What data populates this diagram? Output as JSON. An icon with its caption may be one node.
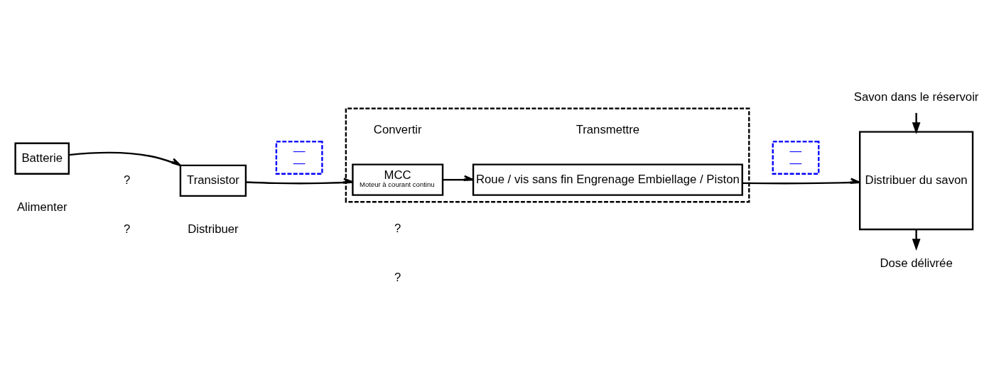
{
  "diagram": {
    "nodes": [
      {
        "text": [
          "Batterie"
        ],
        "beside": [
          "Alimenter"
        ]
      },
      {
        "text": [
          "Transistor"
        ],
        "beside": [
          "Distribuer"
        ]
      },
      {
        "text": [
          "—",
          "—"
        ]
      },
      {
        "text": [],
        "shape": "box"
      },
      {
        "text": [
          "MCC",
          "Moteur à courant continu"
        ],
        "in": 3,
        "beside": [
          "Convertir"
        ]
      },
      {
        "text": [
          "Roue / vis sans fin Engrenage Embiellage / Piston"
        ],
        "in": 3,
        "beside": [
          "Transmettre"
        ]
      },
      {
        "text": [
          "—",
          "—"
        ]
      },
      {
        "text": [
          "Distribuer du savon"
        ]
      },
      {
        "text": [
          "Savon dans le réservoir"
        ]
      },
      {
        "text": [
          "Dose délivrée"
        ]
      }
    ],
    "edges": [
      {
        "from": 0,
        "to": 1,
        "arrow": "to"
      },
      {
        "from": 1,
        "to": 4,
        "arrow": "to"
      },
      {
        "from": 4,
        "to": 5,
        "arrow": "to"
      },
      {
        "from": 5,
        "to": 7,
        "arrow": "to"
      },
      {
        "from": 8,
        "to": 7,
        "arrow": "to"
      },
      {
        "from": 7,
        "to": 9,
        "arrow": "to"
      }
    ],
    "labels": [
      "?",
      "?",
      "?",
      "?"
    ]
  }
}
